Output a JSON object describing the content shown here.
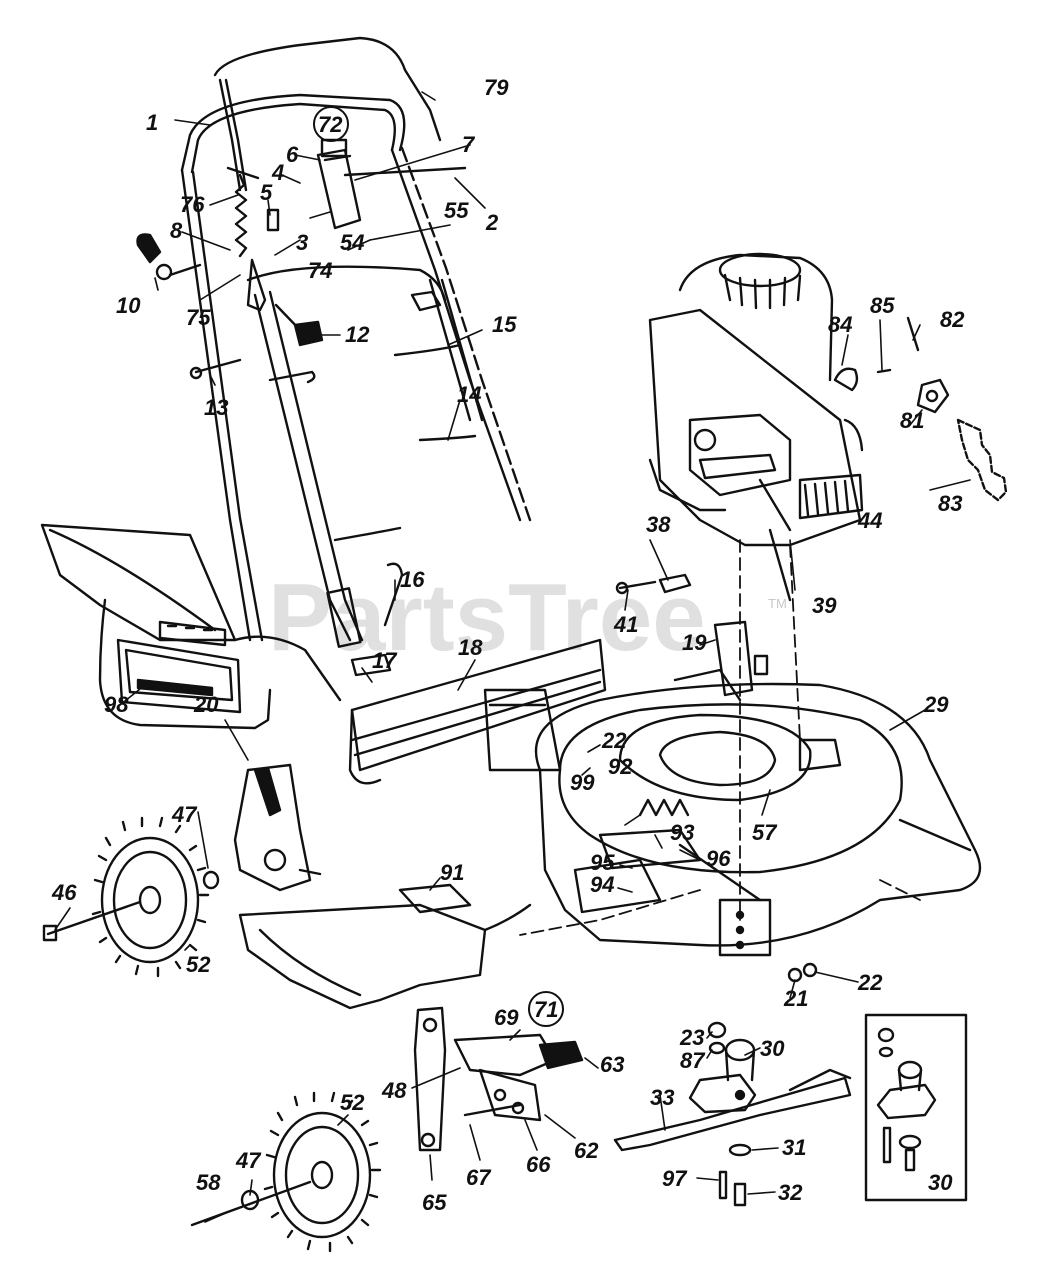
{
  "watermark": {
    "text": "PartsTree",
    "tm": "TM"
  },
  "callouts": [
    {
      "id": "c1",
      "label": "1"
    },
    {
      "id": "c72",
      "label": "72"
    },
    {
      "id": "c79",
      "label": "79"
    },
    {
      "id": "c6",
      "label": "6"
    },
    {
      "id": "c7",
      "label": "7"
    },
    {
      "id": "c4",
      "label": "4"
    },
    {
      "id": "c76",
      "label": "76"
    },
    {
      "id": "c5",
      "label": "5"
    },
    {
      "id": "c2",
      "label": "2"
    },
    {
      "id": "c8",
      "label": "8"
    },
    {
      "id": "c3",
      "label": "3"
    },
    {
      "id": "c54",
      "label": "54"
    },
    {
      "id": "c55",
      "label": "55"
    },
    {
      "id": "c74",
      "label": "74"
    },
    {
      "id": "c10",
      "label": "10"
    },
    {
      "id": "c75",
      "label": "75"
    },
    {
      "id": "c12",
      "label": "12"
    },
    {
      "id": "c15",
      "label": "15"
    },
    {
      "id": "c13",
      "label": "13"
    },
    {
      "id": "c14",
      "label": "14"
    },
    {
      "id": "c84",
      "label": "84"
    },
    {
      "id": "c85",
      "label": "85"
    },
    {
      "id": "c82",
      "label": "82"
    },
    {
      "id": "c81",
      "label": "81"
    },
    {
      "id": "c83",
      "label": "83"
    },
    {
      "id": "c44",
      "label": "44"
    },
    {
      "id": "c38",
      "label": "38"
    },
    {
      "id": "c39",
      "label": "39"
    },
    {
      "id": "c41",
      "label": "41"
    },
    {
      "id": "c16",
      "label": "16"
    },
    {
      "id": "c19",
      "label": "19"
    },
    {
      "id": "c17",
      "label": "17"
    },
    {
      "id": "c18",
      "label": "18"
    },
    {
      "id": "c29",
      "label": "29"
    },
    {
      "id": "c98",
      "label": "98"
    },
    {
      "id": "c20",
      "label": "20"
    },
    {
      "id": "c22a",
      "label": "22"
    },
    {
      "id": "c99",
      "label": "99"
    },
    {
      "id": "c92",
      "label": "92"
    },
    {
      "id": "c57",
      "label": "57"
    },
    {
      "id": "c93",
      "label": "93"
    },
    {
      "id": "c96",
      "label": "96"
    },
    {
      "id": "c47a",
      "label": "47"
    },
    {
      "id": "c95",
      "label": "95"
    },
    {
      "id": "c94",
      "label": "94"
    },
    {
      "id": "c46",
      "label": "46"
    },
    {
      "id": "c91",
      "label": "91"
    },
    {
      "id": "c52a",
      "label": "52"
    },
    {
      "id": "c22b",
      "label": "22"
    },
    {
      "id": "c21",
      "label": "21"
    },
    {
      "id": "c71",
      "label": "71"
    },
    {
      "id": "c69",
      "label": "69"
    },
    {
      "id": "c23",
      "label": "23"
    },
    {
      "id": "c30a",
      "label": "30"
    },
    {
      "id": "c87",
      "label": "87"
    },
    {
      "id": "c63",
      "label": "63"
    },
    {
      "id": "c48",
      "label": "48"
    },
    {
      "id": "c52b",
      "label": "52"
    },
    {
      "id": "c33",
      "label": "33"
    },
    {
      "id": "c31",
      "label": "31"
    },
    {
      "id": "c62",
      "label": "62"
    },
    {
      "id": "c66",
      "label": "66"
    },
    {
      "id": "c47b",
      "label": "47"
    },
    {
      "id": "c97",
      "label": "97"
    },
    {
      "id": "c58",
      "label": "58"
    },
    {
      "id": "c32",
      "label": "32"
    },
    {
      "id": "c65",
      "label": "65"
    },
    {
      "id": "c67",
      "label": "67"
    },
    {
      "id": "c30b",
      "label": "30"
    }
  ]
}
